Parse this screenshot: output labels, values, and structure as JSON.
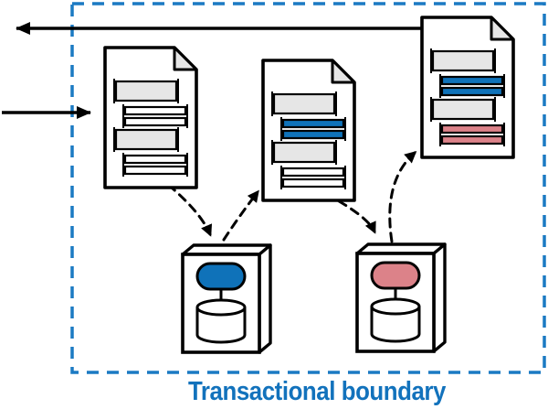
{
  "diagram": {
    "label": "Transactional boundary",
    "colors": {
      "boundary": "#1b7ac3",
      "label": "#1272bc",
      "blue": "#0f72b9",
      "red": "#dc8289",
      "gray": "#e6e6e6",
      "stroke": "#000000",
      "paper": "#ffffff"
    },
    "icons": {
      "document": "page-with-folded-corner-icon",
      "service": "service-box-with-database-icon",
      "database": "cylinder-icon",
      "node": "pill-node-icon"
    },
    "documents": [
      {
        "name": "document-1",
        "bars": [
          "gray",
          "plain",
          "plain",
          "gray",
          "plain",
          "plain"
        ]
      },
      {
        "name": "document-2",
        "bars": [
          "gray",
          "blue",
          "blue",
          "gray",
          "plain",
          "plain"
        ]
      },
      {
        "name": "document-3",
        "bars": [
          "gray",
          "blue",
          "blue",
          "gray",
          "red",
          "red"
        ]
      }
    ],
    "services": [
      {
        "name": "service-1",
        "accent": "blue"
      },
      {
        "name": "service-2",
        "accent": "red"
      }
    ]
  }
}
